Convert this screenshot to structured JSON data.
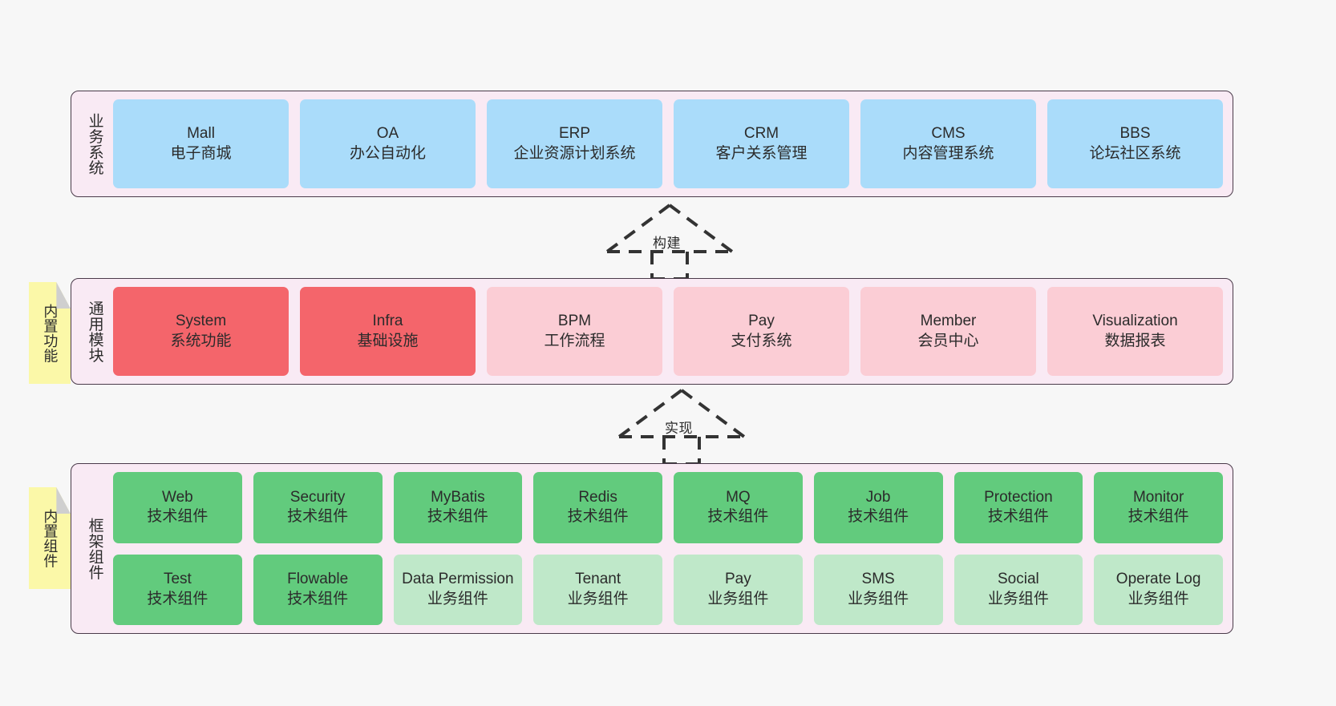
{
  "palette": {
    "background": "#f7f7f7",
    "layer_bg": "#f9eaf4",
    "layer_border": "#4a3b4a",
    "business_cell": "#aadcfa",
    "module_strong": "#f4656b",
    "module_soft": "#fbcdd5",
    "framework_tech": "#62cb7d",
    "framework_biz": "#bfe8c9",
    "note_bg": "#fbf8a8",
    "note_fold": "#cfcfcf",
    "connector": "#333333",
    "text": "#2b2b2b"
  },
  "layers": [
    {
      "id": "business",
      "title": "业务系统",
      "rows": [
        [
          {
            "en": "Mall",
            "cn": "电子商城",
            "color": "#aadcfa"
          },
          {
            "en": "OA",
            "cn": "办公自动化",
            "color": "#aadcfa"
          },
          {
            "en": "ERP",
            "cn": "企业资源计划系统",
            "color": "#aadcfa"
          },
          {
            "en": "CRM",
            "cn": "客户关系管理",
            "color": "#aadcfa"
          },
          {
            "en": "CMS",
            "cn": "内容管理系统",
            "color": "#aadcfa"
          },
          {
            "en": "BBS",
            "cn": "论坛社区系统",
            "color": "#aadcfa"
          }
        ]
      ]
    },
    {
      "id": "modules",
      "title": "通用模块",
      "rows": [
        [
          {
            "en": "System",
            "cn": "系统功能",
            "color": "#f4656b"
          },
          {
            "en": "Infra",
            "cn": "基础设施",
            "color": "#f4656b"
          },
          {
            "en": "BPM",
            "cn": "工作流程",
            "color": "#fbcdd5"
          },
          {
            "en": "Pay",
            "cn": "支付系统",
            "color": "#fbcdd5"
          },
          {
            "en": "Member",
            "cn": "会员中心",
            "color": "#fbcdd5"
          },
          {
            "en": "Visualization",
            "cn": "数据报表",
            "color": "#fbcdd5"
          }
        ]
      ]
    },
    {
      "id": "framework",
      "title": "框架组件",
      "rows": [
        [
          {
            "en": "Web",
            "cn": "技术组件",
            "color": "#62cb7d"
          },
          {
            "en": "Security",
            "cn": "技术组件",
            "color": "#62cb7d"
          },
          {
            "en": "MyBatis",
            "cn": "技术组件",
            "color": "#62cb7d"
          },
          {
            "en": "Redis",
            "cn": "技术组件",
            "color": "#62cb7d"
          },
          {
            "en": "MQ",
            "cn": "技术组件",
            "color": "#62cb7d"
          },
          {
            "en": "Job",
            "cn": "技术组件",
            "color": "#62cb7d"
          },
          {
            "en": "Protection",
            "cn": "技术组件",
            "color": "#62cb7d"
          },
          {
            "en": "Monitor",
            "cn": "技术组件",
            "color": "#62cb7d"
          }
        ],
        [
          {
            "en": "Test",
            "cn": "技术组件",
            "color": "#62cb7d"
          },
          {
            "en": "Flowable",
            "cn": "技术组件",
            "color": "#62cb7d"
          },
          {
            "en": "Data Permission",
            "cn": "业务组件",
            "color": "#bfe8c9"
          },
          {
            "en": "Tenant",
            "cn": "业务组件",
            "color": "#bfe8c9"
          },
          {
            "en": "Pay",
            "cn": "业务组件",
            "color": "#bfe8c9"
          },
          {
            "en": "SMS",
            "cn": "业务组件",
            "color": "#bfe8c9"
          },
          {
            "en": "Social",
            "cn": "业务组件",
            "color": "#bfe8c9"
          },
          {
            "en": "Operate Log",
            "cn": "业务组件",
            "color": "#bfe8c9"
          }
        ]
      ]
    }
  ],
  "notes": [
    {
      "id": "builtin-features",
      "text": "内置功能"
    },
    {
      "id": "builtin-components",
      "text": "内置组件"
    }
  ],
  "connectors": [
    {
      "id": "build",
      "label": "构建",
      "from": "modules",
      "to": "business",
      "style": "dashed-generalization"
    },
    {
      "id": "impl",
      "label": "实现",
      "from": "framework",
      "to": "modules",
      "style": "dashed-generalization"
    }
  ]
}
